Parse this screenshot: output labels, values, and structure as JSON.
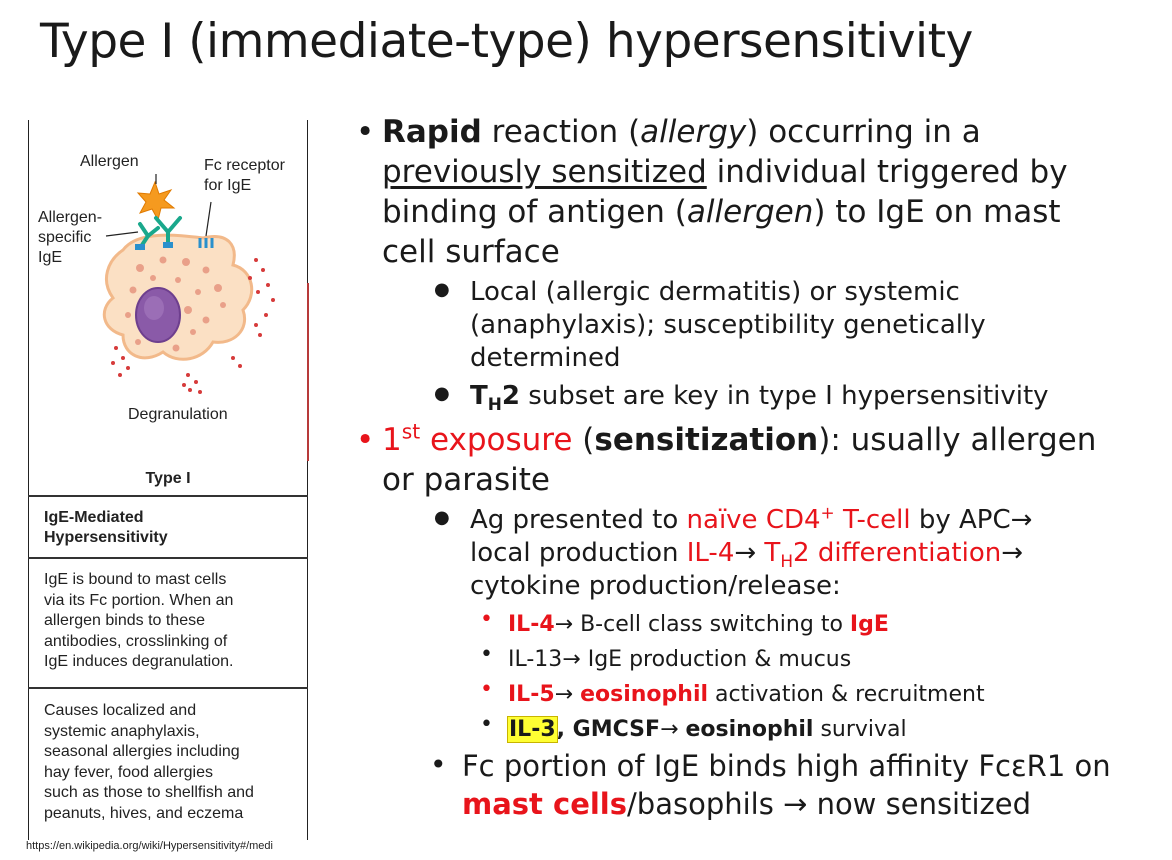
{
  "title": "Type I (immediate-type) hypersensitivity",
  "figure": {
    "labels": {
      "allergen": "Allergen",
      "fc_receptor_1": "Fc receptor",
      "fc_receptor_2": "for IgE",
      "specific_1": "Allergen-",
      "specific_2": "specific",
      "specific_3": "IgE",
      "degranulation": "Degranulation"
    },
    "type_label": "Type I",
    "header": [
      "IgE-Mediated",
      "Hypersensitivity"
    ],
    "mechanism": [
      "IgE is bound to mast cells",
      "via its Fc portion. When an",
      "allergen binds to these",
      "antibodies, crosslinking of",
      "IgE induces degranulation."
    ],
    "effects": [
      "Causes localized and",
      "systemic anaphylaxis,",
      "seasonal allergies including",
      "hay fever, food allergies",
      "such as those to shellfish and",
      "peanuts, hives, and eczema"
    ],
    "url": "https://en.wikipedia.org/wiki/Hypersensitivity#/medi",
    "colors": {
      "allergen_star": "#f59a1f",
      "ige": "#1aa88c",
      "receptor": "#2a90cc",
      "cell_fill": "#fbe0c4",
      "cell_edge": "#f2b98a",
      "nucleus": "#8a5aa8",
      "granules": "#d63b3b"
    }
  },
  "bullets": {
    "b1": {
      "l1_bold": "Rapid",
      "l1_a": " reaction (",
      "l1_it": "allergy",
      "l1_b": ") occurring in a",
      "l2_ul": "previously sensitized",
      "l2_b": " individual triggered by",
      "l3_a": "binding of antigen (",
      "l3_it": "allergen",
      "l3_b": ") to IgE on mast",
      "l4": "cell surface"
    },
    "s1": {
      "l1": "Local (allergic dermatitis) or systemic",
      "l2": "(anaphylaxis); susceptibility genetically",
      "l3": "determined"
    },
    "s2": {
      "t": "T",
      "sub": "H",
      "two": "2",
      "rest": " subset are key in type I hypersensitivity"
    },
    "b2": {
      "one": "1",
      "st": "st",
      "exposure": " exposure",
      "open": " (",
      "bold": "sensitization",
      "close": "): usually allergen",
      "l2": "or parasite"
    },
    "s3": {
      "l1_a": "Ag presented to ",
      "l1_red": "naïve CD4",
      "l1_sup": "+",
      "l1_red2": " T-cell",
      "l1_b": " by APC→",
      "l2_a": "local production ",
      "l2_red": "IL-4",
      "l2_arrow": "→ ",
      "l2_t": "T",
      "l2_sub": "H",
      "l2_red2": "2 differentiation",
      "l2_arrow2": "→",
      "l3": "cytokine production/release:"
    },
    "t1": {
      "red": "IL-4",
      "arrow": "→ B-cell class switching to ",
      "ige": "IgE"
    },
    "t2": {
      "text": "IL-13→ IgE production & mucus"
    },
    "t3": {
      "red": "IL-5",
      "arrow": "→ ",
      "red2": "eosinophil",
      "rest": " activation & recruitment"
    },
    "t4": {
      "hl": "IL-3",
      "b1": ", GMCSF",
      "arrow": "→ ",
      "b2": "eosinophil",
      "rest": " survival"
    },
    "s4": {
      "l1": "Fc portion of IgE binds high affinity FcεR1 on",
      "l2_red": "mast cells",
      "l2_b": "/basophils → now sensitized"
    },
    "bullet_char": "•",
    "sub_char": "●"
  }
}
